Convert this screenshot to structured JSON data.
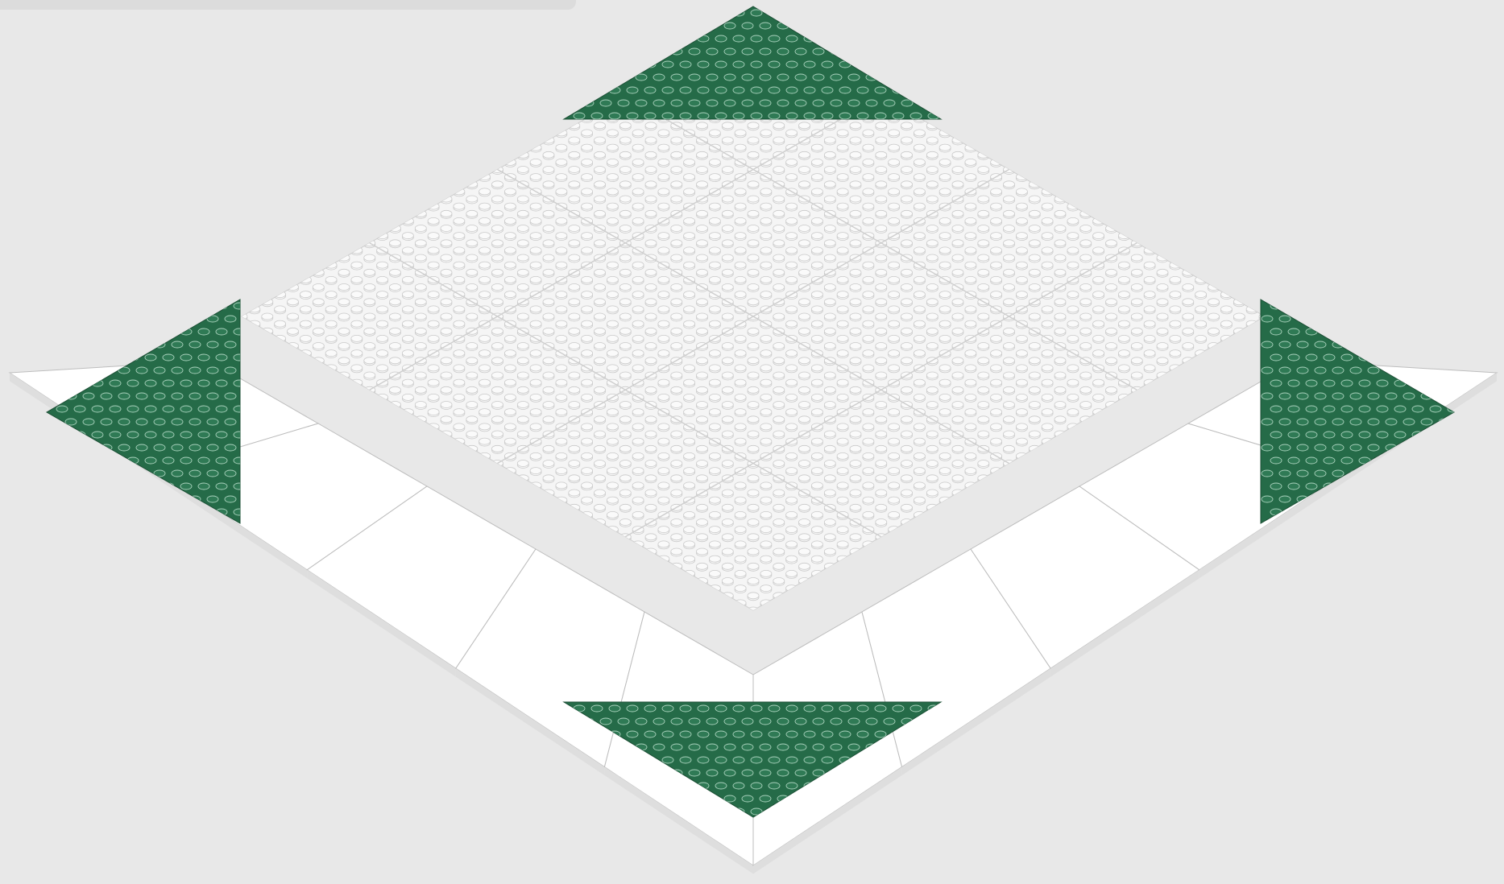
{
  "scene": {
    "subject": "isometric-baseplate",
    "colors": {
      "background": "#e8e8e8",
      "baseplate": "#f5f5f5",
      "baseplate_stud": "#fafafa",
      "baseplate_stud_outline": "#c9c9c9",
      "seam_line": "#cfcfcf",
      "border_tile": "#ffffff",
      "border_outline": "#bdbdbd",
      "corner_wedge": "#256b48",
      "corner_stud": "#2f7a55",
      "corner_stud_outline": "#a9d1bc"
    },
    "corner_wedges": [
      "top",
      "left",
      "right",
      "bottom"
    ],
    "plate_grid": "4x4",
    "border_segments_per_side": 4
  }
}
